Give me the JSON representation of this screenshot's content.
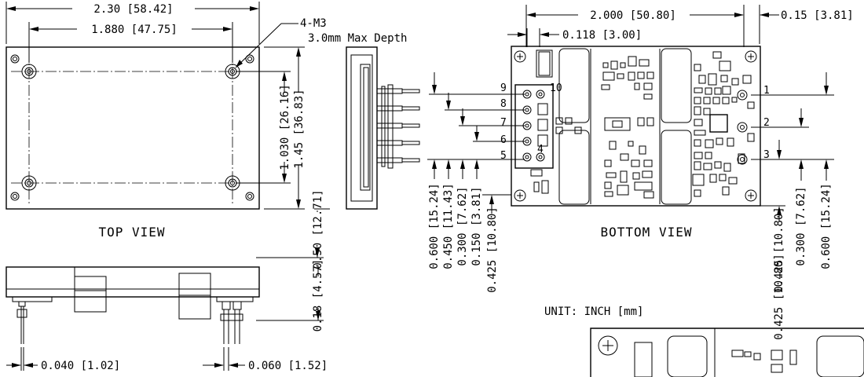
{
  "dims": {
    "top_overall_width": "2.30 [58.42]",
    "top_hole_spacing": "1.880 [47.75]",
    "thread_callout": "4-M3",
    "thread_depth": "3.0mm Max Depth",
    "top_hole_height": "1.030 [26.16]",
    "top_overall_height": "1.45 [36.83]",
    "top_edge_offset": "0.50 [12.71]",
    "side_height": "0.18 [4.57]",
    "pin_dia_small": "0.040 [1.02]",
    "pin_dia_large": "0.060 [1.52]",
    "bottom_hole_spacing": "2.000 [50.80]",
    "bottom_edge_offset": "0.15 [3.81]",
    "bottom_pin_col": "0.118 [3.00]",
    "left_pin_600": "0.600 [15.24]",
    "left_pin_450": "0.450 [11.43]",
    "left_pin_300": "0.300 [7.62]",
    "left_pin_150": "0.150 [3.81]",
    "left_pin_425": "0.425 [10.80]",
    "right_pin_425": "0.425 [10.80]",
    "right_pin_300": "0.300 [7.62]",
    "right_pin_600": "0.600 [15.24]"
  },
  "labels": {
    "top_view": "TOP VIEW",
    "bottom_view": "BOTTOM VIEW",
    "unit": "UNIT: INCH [mm]"
  },
  "pins_left": [
    "9",
    "10",
    "8",
    "7",
    "6",
    "4",
    "5"
  ],
  "pins_right": [
    "1",
    "2",
    "3"
  ]
}
